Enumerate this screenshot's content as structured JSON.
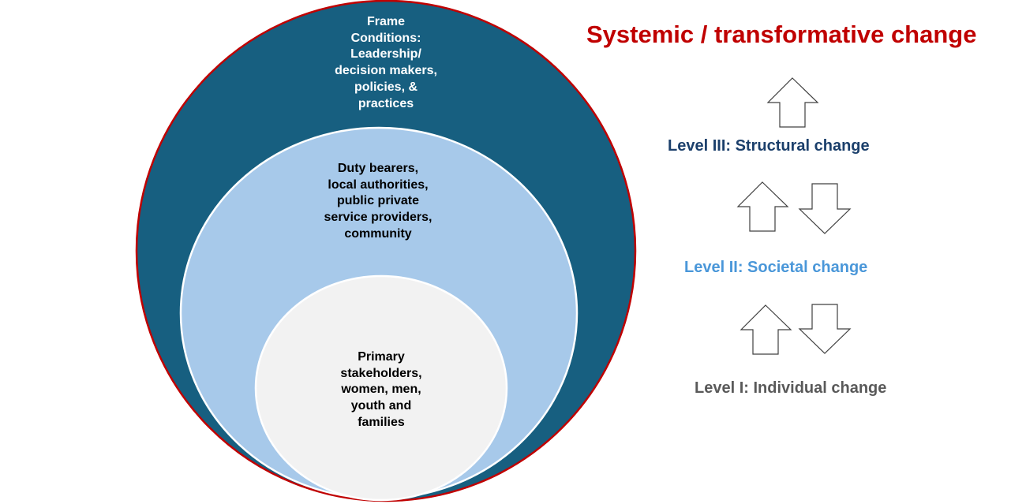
{
  "circles": {
    "outer": {
      "lines": [
        "Frame",
        "Conditions:",
        "Leadership/",
        "decision makers,",
        "policies, &",
        "practices"
      ],
      "fill": "#175f80",
      "border": "#c00000"
    },
    "middle": {
      "lines": [
        "Duty bearers,",
        "local authorities,",
        "public private",
        "service providers,",
        "community"
      ],
      "fill": "#a7c9ea"
    },
    "inner": {
      "lines": [
        "Primary",
        "stakeholders,",
        "women, men,",
        "youth and",
        "families"
      ],
      "fill": "#f2f2f2"
    }
  },
  "right": {
    "title": "Systemic / transformative change",
    "levels": [
      {
        "label": "Level III: Structural change",
        "color": "#1b3f6b"
      },
      {
        "label": "Level II: Societal change",
        "color": "#4a97d9"
      },
      {
        "label": "Level I: Individual change",
        "color": "#595959"
      }
    ],
    "arrow_icons": [
      "arrow-up-icon",
      "arrow-up-icon",
      "arrow-down-icon",
      "arrow-up-icon",
      "arrow-down-icon"
    ]
  }
}
